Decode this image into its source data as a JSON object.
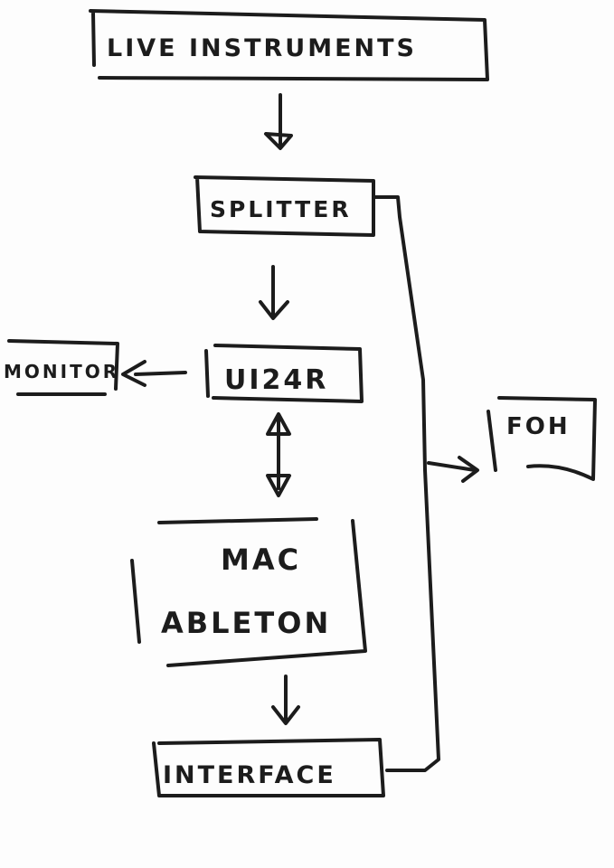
{
  "nodes": {
    "live_instruments": "LIVE INSTRUMENTS",
    "splitter": "SPLITTER",
    "monitor": "MONITOR",
    "ui24r": "UI24R",
    "foh": "FOH",
    "mac": "MAC",
    "ableton": "ABLETON",
    "interface": "INTERFACE"
  },
  "colors": {
    "ink": "#1c1c1c",
    "paper": "#fdfdfd"
  }
}
